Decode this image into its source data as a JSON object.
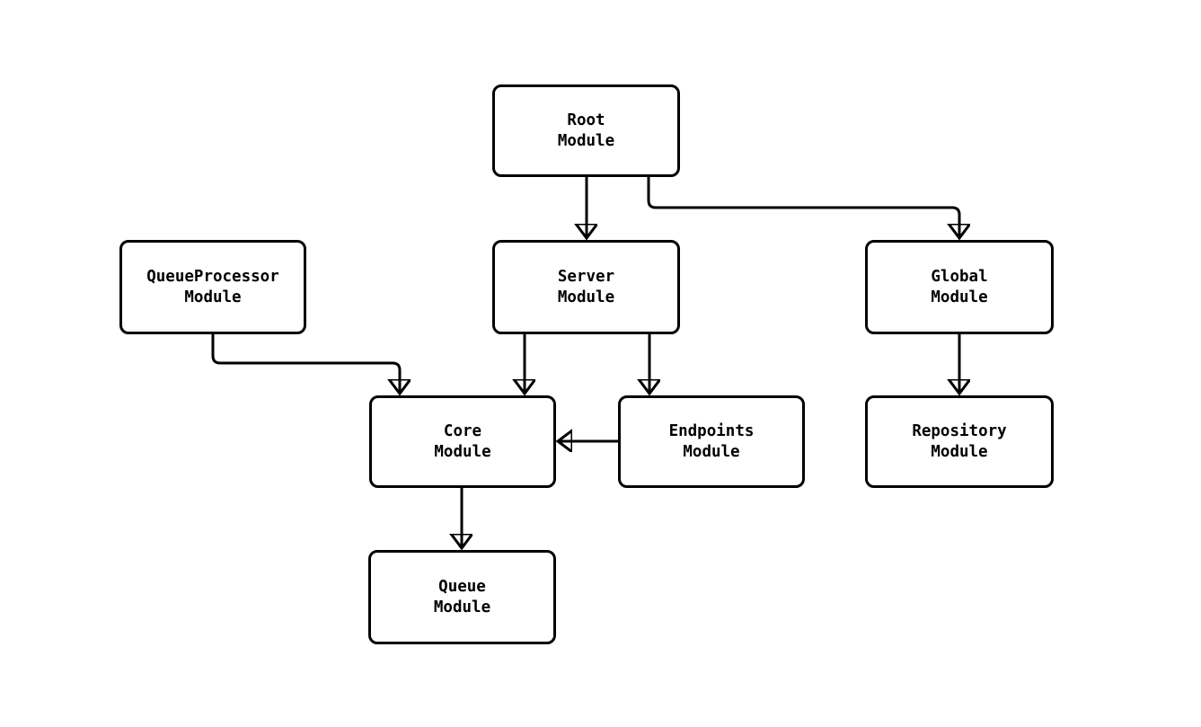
{
  "diagram": {
    "type": "flowchart",
    "direction": "top-down",
    "background_color": "#ffffff",
    "node_fill_color": "#ffffff",
    "node_border_color": "#000000",
    "edge_color": "#000000",
    "nodes": [
      {
        "id": "root",
        "label": "Root\nModule"
      },
      {
        "id": "queueprocessor",
        "label": "QueueProcessor\nModule"
      },
      {
        "id": "server",
        "label": "Server\nModule"
      },
      {
        "id": "global",
        "label": "Global\nModule"
      },
      {
        "id": "core",
        "label": "Core\nModule"
      },
      {
        "id": "endpoints",
        "label": "Endpoints\nModule"
      },
      {
        "id": "repository",
        "label": "Repository\nModule"
      },
      {
        "id": "queue",
        "label": "Queue\nModule"
      }
    ],
    "edges": [
      {
        "from": "root",
        "to": "server"
      },
      {
        "from": "root",
        "to": "global"
      },
      {
        "from": "queueprocessor",
        "to": "core"
      },
      {
        "from": "server",
        "to": "core"
      },
      {
        "from": "server",
        "to": "endpoints"
      },
      {
        "from": "endpoints",
        "to": "core"
      },
      {
        "from": "global",
        "to": "repository"
      },
      {
        "from": "core",
        "to": "queue"
      }
    ]
  }
}
